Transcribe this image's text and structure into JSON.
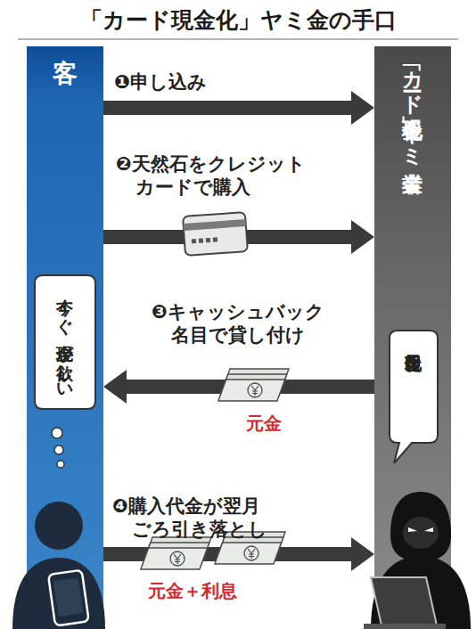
{
  "diagram": {
    "title": "「カード現金化」ヤミ金の手口",
    "nodes": [
      {
        "text": [
          "客"
        ]
      },
      {
        "text": [
          "「カード現金化」 ヤミ金業者"
        ]
      },
      {
        "text": [
          "今すぐ 現金が欲しい"
        ],
        "in": 0
      },
      {
        "text": [
          "即日現金化"
        ],
        "in": 1
      }
    ],
    "edges": [
      {
        "from": 0,
        "to": 1,
        "label": "❶申し込み",
        "arrow": "to"
      },
      {
        "from": 0,
        "to": 1,
        "label": "❷天然石をクレジット カードで購入",
        "arrow": "to"
      },
      {
        "from": 1,
        "to": 0,
        "label": "❸キャッシュバック 名目で貸し付け",
        "arrow": "to"
      },
      {
        "from": 0,
        "to": 1,
        "label": "❹購入代金が翌月 ごろ引き落とし",
        "arrow": "to"
      }
    ],
    "labels": [
      "元金",
      "元金＋利息"
    ]
  }
}
